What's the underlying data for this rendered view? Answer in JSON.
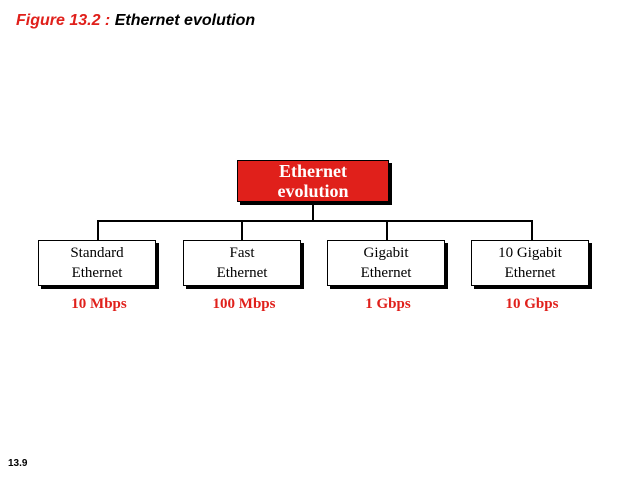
{
  "figure": {
    "label": "Figure 13.2 :",
    "title": "Ethernet evolution"
  },
  "root": {
    "line1": "Ethernet",
    "line2": "evolution"
  },
  "children": [
    {
      "line1": "Standard",
      "line2": "Ethernet",
      "speed": "10 Mbps"
    },
    {
      "line1": "Fast",
      "line2": "Ethernet",
      "speed": "100 Mbps"
    },
    {
      "line1": "Gigabit",
      "line2": "Ethernet",
      "speed": "1 Gbps"
    },
    {
      "line1": "10 Gigabit",
      "line2": "Ethernet",
      "speed": "10 Gbps"
    }
  ],
  "footer": {
    "page_number": "13.9"
  },
  "colors": {
    "accent": "#e0201b",
    "ink": "#000000",
    "background": "#ffffff"
  }
}
